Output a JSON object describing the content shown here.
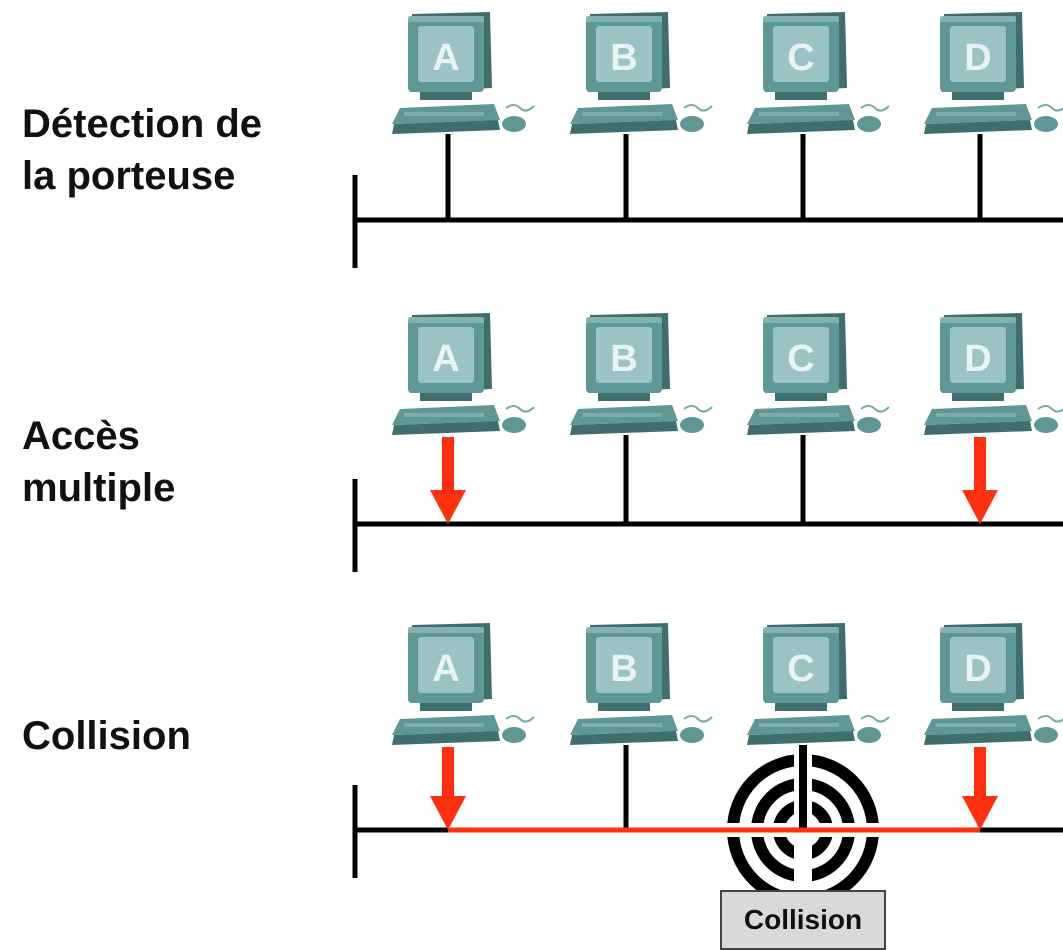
{
  "rows": [
    {
      "label_lines": [
        "Détection de",
        "la porteuse"
      ],
      "transmitting": [],
      "collision": false
    },
    {
      "label_lines": [
        "Accès",
        "multiple"
      ],
      "transmitting": [
        "A",
        "D"
      ],
      "collision": false
    },
    {
      "label_lines": [
        "Collision"
      ],
      "transmitting": [
        "A",
        "D"
      ],
      "collision": true
    }
  ],
  "hosts": [
    "A",
    "B",
    "C",
    "D"
  ],
  "collision_label": "Collision",
  "colors": {
    "cable": "#000000",
    "signal": "#ff3010",
    "monitor_face": "#5f9696",
    "monitor_dark": "#3f6e6e",
    "monitor_light": "#9cc3c3",
    "badge_text": "#eaf3f3"
  },
  "icons": {
    "host": "desktop-computer-icon",
    "arrow": "down-arrow-icon",
    "collision": "collision-waves-icon"
  }
}
